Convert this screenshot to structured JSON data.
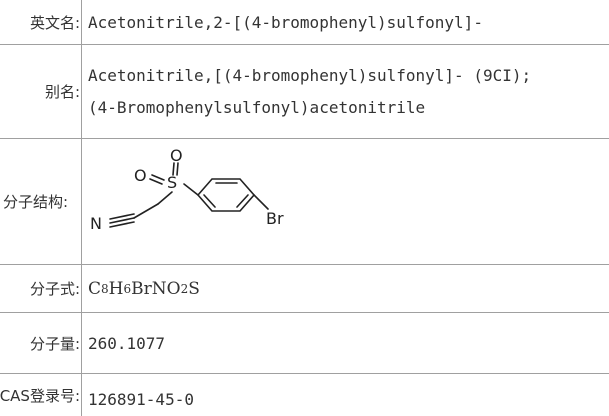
{
  "rows": {
    "english_name": {
      "label": "英文名:",
      "value": "Acetonitrile,2-[(4-bromophenyl)sulfonyl]-"
    },
    "alias": {
      "label": "别名:",
      "lines": [
        "Acetonitrile,[(4-bromophenyl)sulfonyl]- (9CI);",
        "(4-Bromophenylsulfonyl)acetonitrile"
      ]
    },
    "structure": {
      "label": "分子结构:",
      "atoms": {
        "o_top": "O",
        "o_left": "O",
        "s": "S",
        "n": "N",
        "br": "Br"
      }
    },
    "formula": {
      "label": "分子式:",
      "parts": [
        "C",
        "8",
        "H",
        "6",
        "BrNO",
        "2",
        "S"
      ]
    },
    "weight": {
      "label": "分子量:",
      "value": "260.1077"
    },
    "cas": {
      "label": "CAS登录号:",
      "value": "126891-45-0"
    }
  }
}
